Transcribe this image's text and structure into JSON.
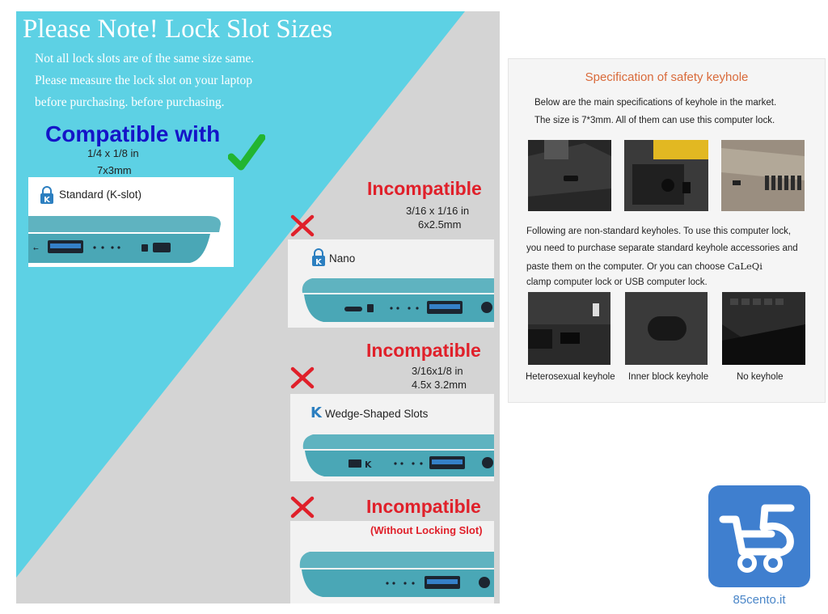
{
  "left": {
    "title": "Please Note! Lock Slot Sizes",
    "note_lines": [
      "Not all lock slots are of the same size same.",
      "Please measure the lock slot on your laptop",
      "before purchasing. before purchasing."
    ],
    "compatible": {
      "heading": "Compatible with",
      "size_in": "1/4 x 1/8 in",
      "size_mm": "7x3mm",
      "slot_label": "Standard (K-slot)"
    },
    "incompatible": [
      {
        "heading": "Incompatible",
        "size_in": "3/16 x 1/16 in",
        "size_mm": "6x2.5mm",
        "slot_label": "Nano"
      },
      {
        "heading": "Incompatible",
        "size_in": "3/16x1/8 in",
        "size_mm": "4.5x 3.2mm",
        "slot_label": "Wedge-Shaped Slots"
      },
      {
        "heading": "Incompatible",
        "note": "(Without Locking Slot)"
      }
    ],
    "colors": {
      "accent_blue": "#5dd1e4",
      "panel_gray": "#d4d4d4",
      "compatible_blue": "#1414c8",
      "incompatible_red": "#e0202a",
      "check_green": "#22b531"
    },
    "icons": [
      "checkmark-icon",
      "x-mark-icon",
      "k-lock-icon",
      "usb-icon",
      "lock-slot-icon"
    ]
  },
  "right": {
    "title": "Specification of safety keyhole",
    "intro_lines": [
      "Below are the main specifications of keyhole in the market.",
      "The size is 7*3mm. All of them can use this computer lock."
    ],
    "nonstandard_lines": [
      "Following are non-standard keyholes. To use this computer lock,",
      "you need to purchase separate standard keyhole accessories and",
      "paste them on the computer. Or you can choose",
      "clamp computer lock or USB computer lock."
    ],
    "brand": "CaLeQi",
    "captions": [
      "Heterosexual keyhole",
      "Inner block keyhole",
      "No keyhole"
    ],
    "colors": {
      "title": "#d96a3a"
    }
  },
  "logo": {
    "text": "85cento.it",
    "color": "#3f7fcf"
  }
}
